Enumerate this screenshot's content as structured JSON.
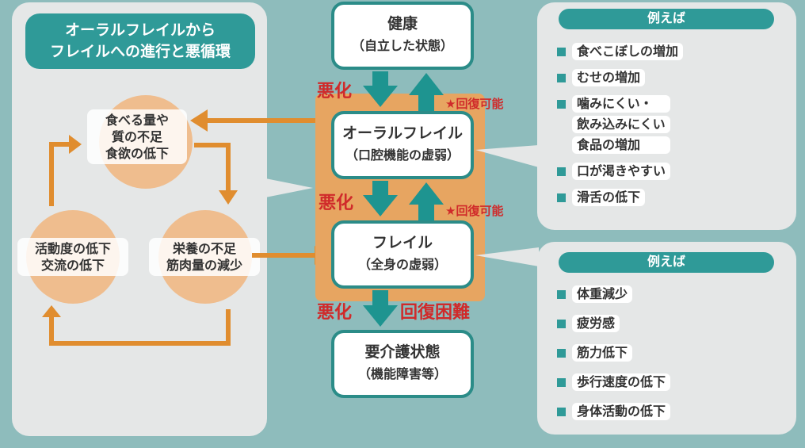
{
  "left_panel": {
    "title_line1": "オーラルフレイルから",
    "title_line2": "フレイルへの進行と悪循環",
    "cycle": [
      {
        "lines": [
          "食べる量や",
          "質の不足",
          "食欲の低下"
        ]
      },
      {
        "lines": [
          "栄養の不足",
          "筋肉量の減少"
        ]
      },
      {
        "lines": [
          "活動度の低下",
          "交流の低下"
        ]
      }
    ]
  },
  "stages": [
    {
      "title": "健康",
      "sub": "（自立した状態）"
    },
    {
      "title": "オーラルフレイル",
      "sub": "（口腔機能の虚弱）"
    },
    {
      "title": "フレイル",
      "sub": "（全身の虚弱）"
    },
    {
      "title": "要介護状態",
      "sub": "（機能障害等）"
    }
  ],
  "transitions": {
    "worsen": "悪化",
    "recoverable": "★回復可能",
    "difficult": "回復困難"
  },
  "examples_oral": {
    "header": "例えば",
    "items": [
      "食べこぼしの増加",
      "むせの増加",
      "噛みにくい・",
      "飲み込みにくい",
      "食品の増加",
      "口が渇きやすい",
      "滑舌の低下"
    ]
  },
  "examples_frail": {
    "header": "例えば",
    "items": [
      "体重減少",
      "疲労感",
      "筋力低下",
      "歩行速度の低下",
      "身体活動の低下"
    ]
  },
  "colors": {
    "teal": "#2f9a98",
    "orange": "#e7a561",
    "red": "#d02a2a"
  }
}
